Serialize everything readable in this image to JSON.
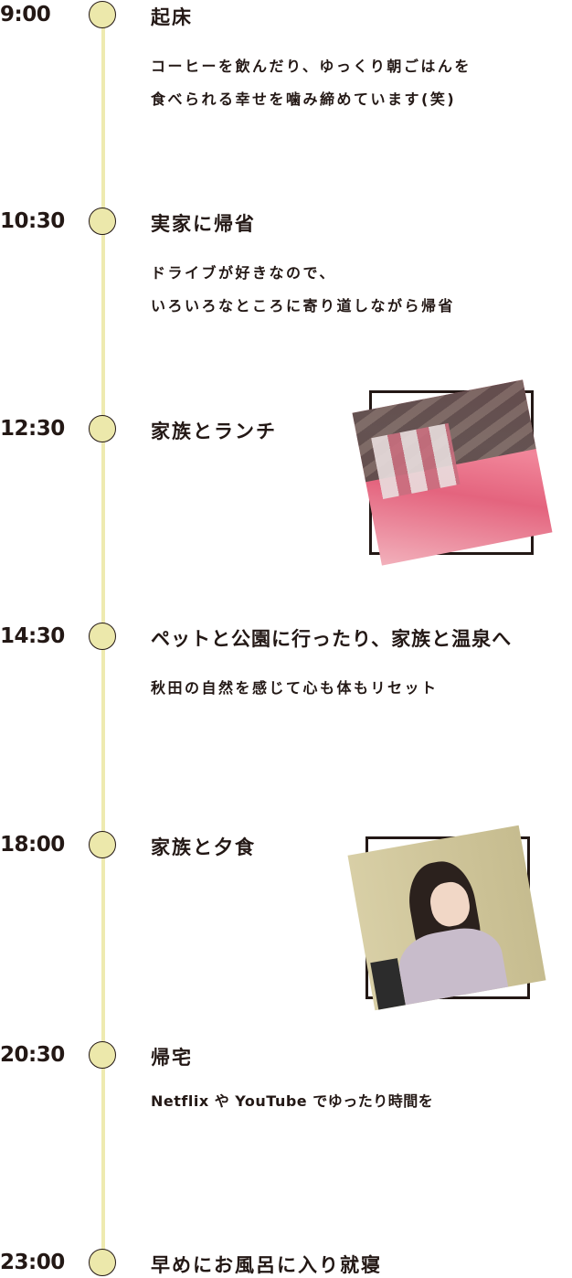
{
  "timeline": {
    "line_color": "#eeeab0",
    "dot_color": "#ece8ab",
    "items": [
      {
        "time": "9:00",
        "title": "起床",
        "desc": [
          "コーヒーを飲んだり、ゆっくり朝ごはんを",
          "食べられる幸せを噛み締めています(笑)"
        ]
      },
      {
        "time": "10:30",
        "title": "実家に帰省",
        "desc": [
          "ドライブが好きなので、",
          "いろいろなところに寄り道しながら帰省"
        ]
      },
      {
        "time": "12:30",
        "title": "家族とランチ",
        "desc": [],
        "photo": "magazines-on-table-photo"
      },
      {
        "time": "14:30",
        "title": "ペットと公園に行ったり、家族と温泉へ",
        "desc": [
          "秋田の自然を感じて心も体もリセット"
        ]
      },
      {
        "time": "18:00",
        "title": "家族と夕食",
        "desc": [],
        "photo": "smiling-woman-photo"
      },
      {
        "time": "20:30",
        "title": "帰宅",
        "desc": [
          "Netflix や YouTube でゆったり時間を"
        ]
      },
      {
        "time": "23:00",
        "title": "早めにお風呂に入り就寝",
        "desc": []
      }
    ]
  }
}
